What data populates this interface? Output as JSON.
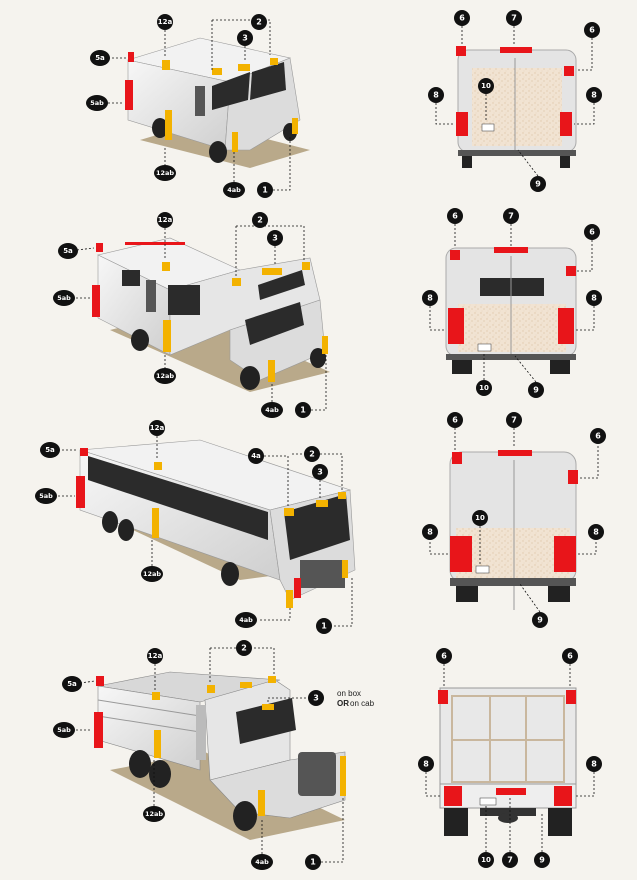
{
  "colors": {
    "red": "#e8151a",
    "amber": "#f3b200",
    "badge": "#111111",
    "body": "#e9e9e9",
    "ground": "#b9a98a",
    "glass": "#2b2b2b"
  },
  "note": {
    "line1": "on box",
    "or": "OR",
    "line2": "on cab"
  },
  "rows": [
    {
      "vehicle": "step-van",
      "callouts": {
        "c12a": "12a",
        "c2": "2",
        "c3": "3",
        "c5a": "5a",
        "c5ab": "5ab",
        "c12ab": "12ab",
        "c4ab": "4ab",
        "c1": "1"
      },
      "rear": {
        "c6l": "6",
        "c7": "7",
        "c6r": "6",
        "c8l": "8",
        "c8r": "8",
        "c10": "10",
        "c9": "9"
      }
    },
    {
      "vehicle": "motorhome-c",
      "callouts": {
        "c12a": "12a",
        "c2": "2",
        "c3": "3",
        "c5a": "5a",
        "c5ab": "5ab",
        "c12ab": "12ab",
        "c4ab": "4ab",
        "c1": "1"
      },
      "rear": {
        "c6l": "6",
        "c7": "7",
        "c6r": "6",
        "c8l": "8",
        "c8r": "8",
        "c10": "10",
        "c9": "9"
      }
    },
    {
      "vehicle": "motorcoach",
      "callouts": {
        "c12a": "12a",
        "c4a": "4a",
        "c2": "2",
        "c3": "3",
        "c5a": "5a",
        "c5ab": "5ab",
        "c12ab": "12ab",
        "c4ab": "4ab",
        "c1": "1"
      },
      "rear": {
        "c6l": "6",
        "c7": "7",
        "c6r": "6",
        "c8l": "8",
        "c8r": "8",
        "c10": "10",
        "c9": "9"
      }
    },
    {
      "vehicle": "dump-truck",
      "callouts": {
        "c12a": "12a",
        "c2": "2",
        "c3": "3",
        "c5a": "5a",
        "c5ab": "5ab",
        "c12ab": "12ab",
        "c4ab": "4ab",
        "c1": "1"
      },
      "rear": {
        "c6l": "6",
        "c6r": "6",
        "c8l": "8",
        "c8r": "8",
        "c10": "10",
        "c7": "7",
        "c9": "9"
      }
    }
  ]
}
